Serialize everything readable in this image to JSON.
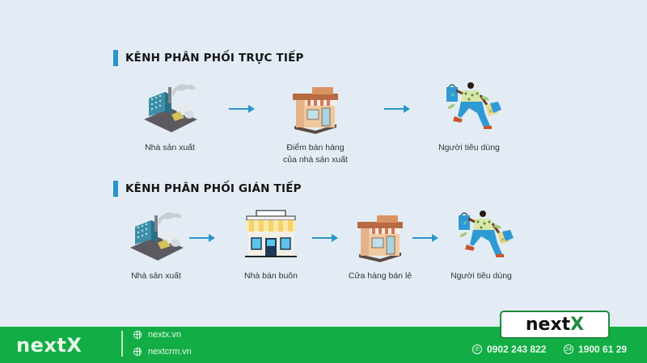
{
  "direct_channel": {
    "title": "KÊNH PHÂN PHỐI TRỰC TIẾP",
    "nodes": [
      {
        "label": "Nhà sản xuất",
        "icon": "factory-icon"
      },
      {
        "label": "Điểm bán hàng\ncủa nhà sản xuất",
        "label_line1": "Điểm bán hàng",
        "label_line2": "của nhà sản xuất",
        "icon": "store-icon"
      },
      {
        "label": "Người tiêu dùng",
        "icon": "shopper-icon"
      }
    ]
  },
  "indirect_channel": {
    "title": "KÊNH PHÂN PHỐI GIÁN TIẾP",
    "nodes": [
      {
        "label": "Nhà sản xuất",
        "icon": "factory-icon"
      },
      {
        "label": "Nhà bán buôn",
        "icon": "wholesale-store-icon"
      },
      {
        "label": "Cửa hàng bán lẻ",
        "icon": "retail-store-icon"
      },
      {
        "label": "Người tiêu dùng",
        "icon": "shopper-icon"
      }
    ]
  },
  "footer": {
    "brand": "nextX",
    "links": [
      "nextx.vn",
      "nextcrm.vn"
    ],
    "logo_text": "next",
    "logo_accent": "X",
    "phones": [
      "0902 243 822",
      "1900 61 29"
    ]
  },
  "colors": {
    "background": "#e3ecf5",
    "accent_blue": "#2b95c9",
    "footer_green": "#13ad45",
    "logo_green": "#1e8a3d"
  }
}
